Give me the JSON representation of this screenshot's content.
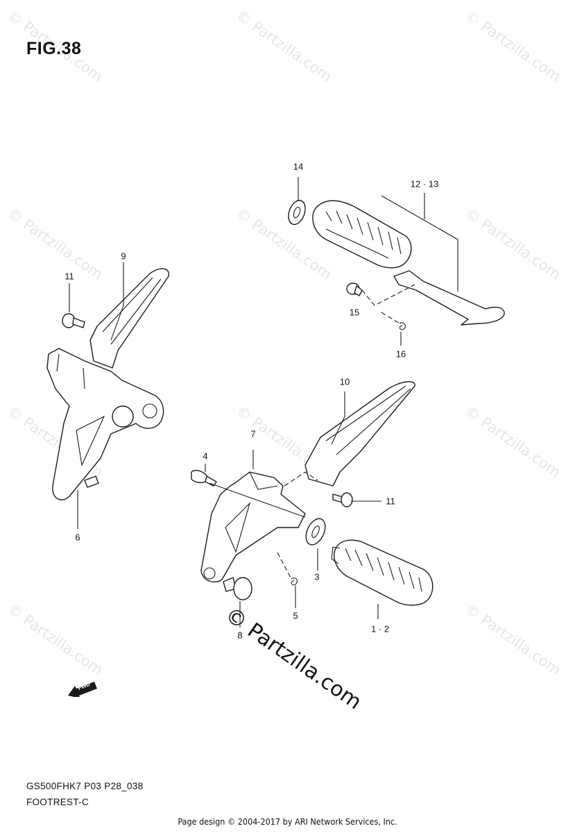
{
  "figure": {
    "title": "FIG.38"
  },
  "callouts": [
    {
      "id": "c14",
      "text": "14"
    },
    {
      "id": "c12",
      "text": "12 · 13"
    },
    {
      "id": "c15",
      "text": "15"
    },
    {
      "id": "c16",
      "text": "16"
    },
    {
      "id": "c9",
      "text": "9"
    },
    {
      "id": "c11a",
      "text": "11"
    },
    {
      "id": "c6",
      "text": "6"
    },
    {
      "id": "c10",
      "text": "10"
    },
    {
      "id": "c7",
      "text": "7"
    },
    {
      "id": "c4",
      "text": "4"
    },
    {
      "id": "c11b",
      "text": "11"
    },
    {
      "id": "c3",
      "text": "3"
    },
    {
      "id": "c5",
      "text": "5"
    },
    {
      "id": "c8",
      "text": "8"
    },
    {
      "id": "c1",
      "text": "1 · 2"
    }
  ],
  "direction_badge": "FWD",
  "footer": {
    "model_code": "GS500FHK7 P03 P28_038",
    "section": "FOOTREST-C",
    "credit": "Page design © 2004-2017 by ARI Network Services, Inc."
  },
  "watermark": {
    "text": "© Partzilla.com"
  }
}
